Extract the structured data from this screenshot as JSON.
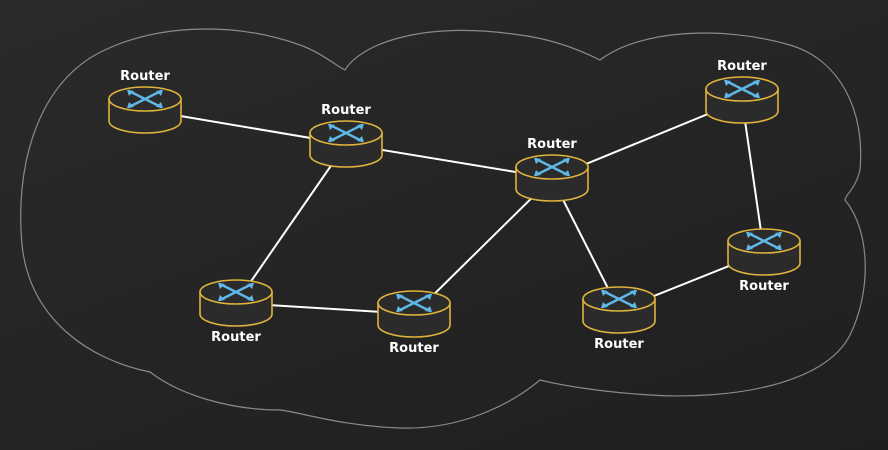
{
  "colors": {
    "background": "#262626",
    "cloud_outline": "#8a8a8a",
    "router_outline": "#e0b43c",
    "router_body": "#2b2b2b",
    "arrow": "#5fb8e8",
    "link": "#ffffff",
    "label": "#ffffff"
  },
  "routers": [
    {
      "id": "r1",
      "label": "Router",
      "icon": "router-icon"
    },
    {
      "id": "r2",
      "label": "Router",
      "icon": "router-icon"
    },
    {
      "id": "r3",
      "label": "Router",
      "icon": "router-icon"
    },
    {
      "id": "r4",
      "label": "Router",
      "icon": "router-icon"
    },
    {
      "id": "r5",
      "label": "Router",
      "icon": "router-icon"
    },
    {
      "id": "r6",
      "label": "Router",
      "icon": "router-icon"
    },
    {
      "id": "r7",
      "label": "Router",
      "icon": "router-icon"
    },
    {
      "id": "r8",
      "label": "Router",
      "icon": "router-icon"
    }
  ],
  "links": [
    [
      "r1",
      "r2"
    ],
    [
      "r2",
      "r3"
    ],
    [
      "r2",
      "r5"
    ],
    [
      "r5",
      "r6"
    ],
    [
      "r6",
      "r3"
    ],
    [
      "r3",
      "r4"
    ],
    [
      "r3",
      "r7"
    ],
    [
      "r4",
      "r8"
    ],
    [
      "r7",
      "r8"
    ]
  ]
}
